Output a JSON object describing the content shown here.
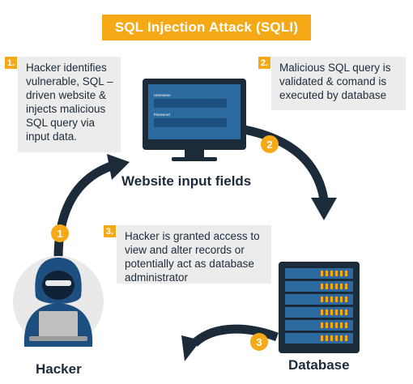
{
  "title": "SQL Injection Attack (SQLI)",
  "steps": [
    {
      "number": "1.",
      "text": "Hacker identifies vulnerable, SQL – driven website & injects malicious SQL query via input data."
    },
    {
      "number": "2.",
      "text": "Malicious SQL query is validated & comand is executed by database"
    },
    {
      "number": "3.",
      "text": "Hacker is granted access to view and alter records or potentially act as database administrator"
    }
  ],
  "arrow_badges": [
    "1",
    "2",
    "3"
  ],
  "labels": {
    "website": "Website input fields",
    "database": "Database",
    "hacker": "Hacker"
  },
  "form": {
    "username_label": "Username",
    "password_label": "Password"
  },
  "colors": {
    "accent": "#f6a917",
    "navy": "#1c2b3a",
    "blue": "#2d6aa0",
    "note_bg": "#ececec"
  },
  "icons": [
    "monitor-icon",
    "server-icon",
    "hacker-icon",
    "laptop-icon"
  ]
}
